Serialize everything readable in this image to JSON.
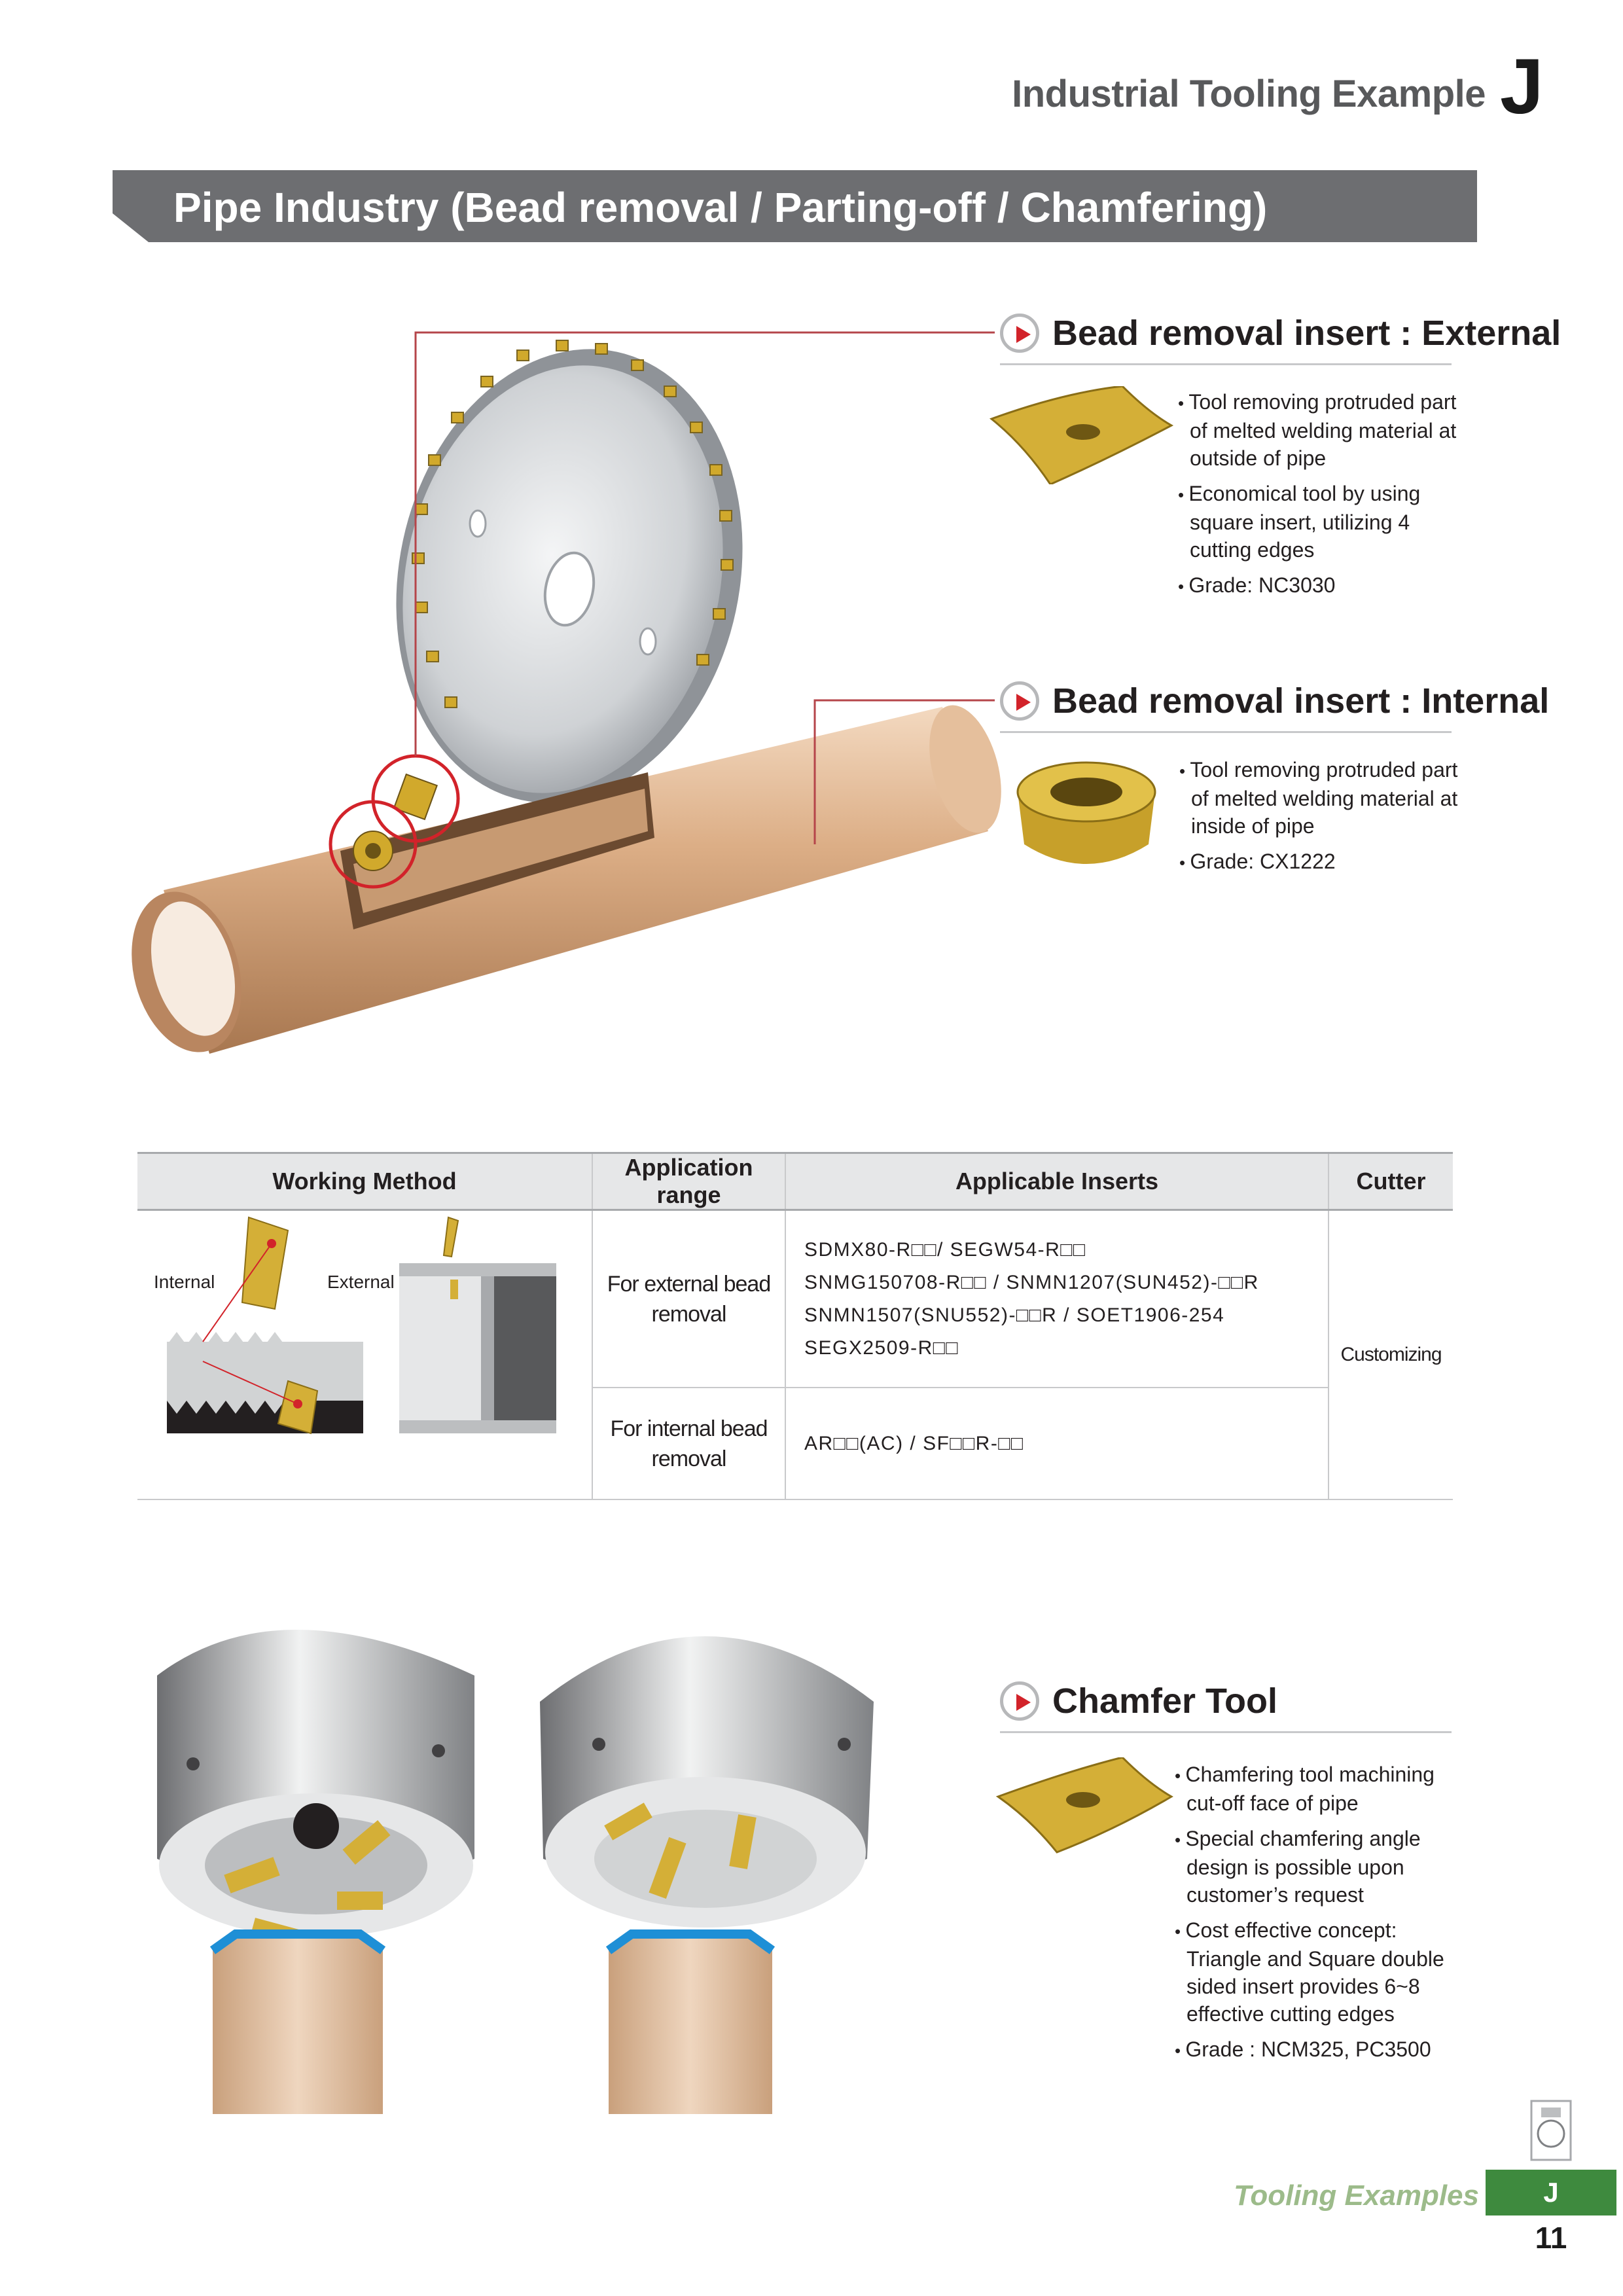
{
  "header": {
    "title": "Industrial Tooling Example",
    "letter": "J"
  },
  "banner": {
    "title": "Pipe Industry (Bead removal / Parting-off / Chamfering)"
  },
  "sections": {
    "external": {
      "title": "Bead removal insert : External",
      "bullets": [
        "Tool removing protruded part of melted welding material at outside of pipe",
        "Economical tool by using square insert, utilizing 4 cutting edges",
        "Grade: NC3030"
      ]
    },
    "internal": {
      "title": "Bead removal insert : Internal",
      "bullets": [
        "Tool removing protruded part of melted welding material at inside of pipe",
        "Grade: CX1222"
      ]
    },
    "chamfer": {
      "title": "Chamfer Tool",
      "bullets": [
        "Chamfering tool machining cut-off face of pipe",
        "Special chamfering angle design is possible upon customer’s request",
        "Cost effective concept: Triangle and Square double sided insert provides 6~8 effective cutting edges",
        "Grade : NCM325, PC3500"
      ]
    }
  },
  "table": {
    "headers": [
      "Working Method",
      "Application range",
      "Applicable Inserts",
      "Cutter"
    ],
    "method_labels": {
      "internal": "Internal",
      "external": "External"
    },
    "rows": [
      {
        "range": "For external bead removal",
        "inserts": [
          "SDMX80-R□□/ SEGW54-R□□",
          "SNMG150708-R□□ / SNMN1207(SUN452)-□□R",
          "SNMN1507(SNU552)-□□R / SOET1906-254",
          "SEGX2509-R□□"
        ]
      },
      {
        "range": "For internal bead removal",
        "inserts": [
          "AR□□(AC) / SF□□R-□□"
        ]
      }
    ],
    "cutter": "Customizing"
  },
  "footer": {
    "section": "Tooling Examples",
    "tab": "J",
    "page": "11"
  },
  "colors": {
    "banner": "#6d6e71",
    "accent_red": "#d2232a",
    "insert_gold": "#c9a227",
    "pipe_copper": "#d9b08c",
    "footer_green": "#3e8a3e",
    "chamfer_blue": "#1e8fd6"
  }
}
